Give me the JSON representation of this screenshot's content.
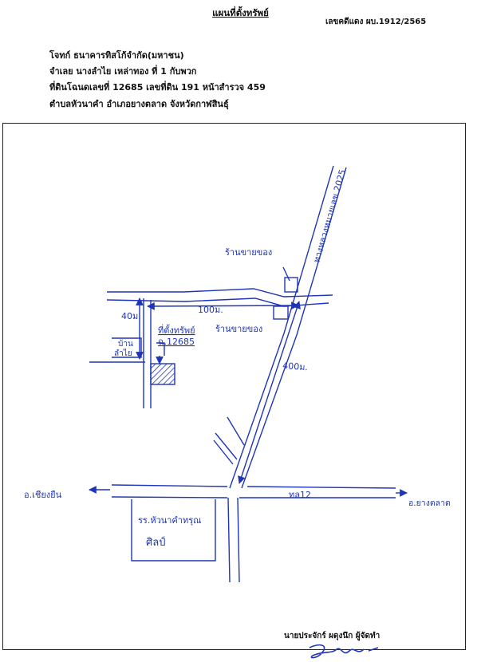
{
  "header": {
    "title": "แผนที่ตั้งทรัพย์",
    "case_no": "เลขคดีแดง ผบ.1912/2565"
  },
  "info": {
    "plaintiff": "โจทก์ ธนาคารทิสโก้จำกัด(มหาชน)",
    "defendant": "จำเลย นางลำไย เหล่าทอง   ที่ 1 กับพวก",
    "land": "ที่ดินโฉนดเลขที่ 12685 เลขที่ดิน 191 หน้าสำรวจ 459",
    "location": "ตำบลหัวนาคำ  อำเภอยางตลาด  จังหวัดกาฬสินธุ์"
  },
  "map": {
    "colors": {
      "ink": "#1f35b8",
      "frame": "#222222"
    },
    "labels": {
      "highway": "ทางหลวงหมายเลข 2025",
      "shop_top": "ร้านขายของ",
      "shop_bottom": "ร้านขายของ",
      "dist_100": "100ม.",
      "dist_40": "40ม.",
      "dist_400": "400ม.",
      "property": "ที่ตั้งทรัพย์",
      "deed": "ฉ.12685",
      "house_1": "บ้าน",
      "house_2": "ลำไย",
      "to_left": "อ.เชียงยืน",
      "to_right": "อ.ยางตลาด",
      "road_no": "ทล12",
      "school_1": "รร.หัวนาคำทรุณ",
      "school_2": "ศิลป์"
    }
  },
  "footer": {
    "signer": "นายประจักร์ ผดุงนึก ผู้จัดทำ"
  }
}
